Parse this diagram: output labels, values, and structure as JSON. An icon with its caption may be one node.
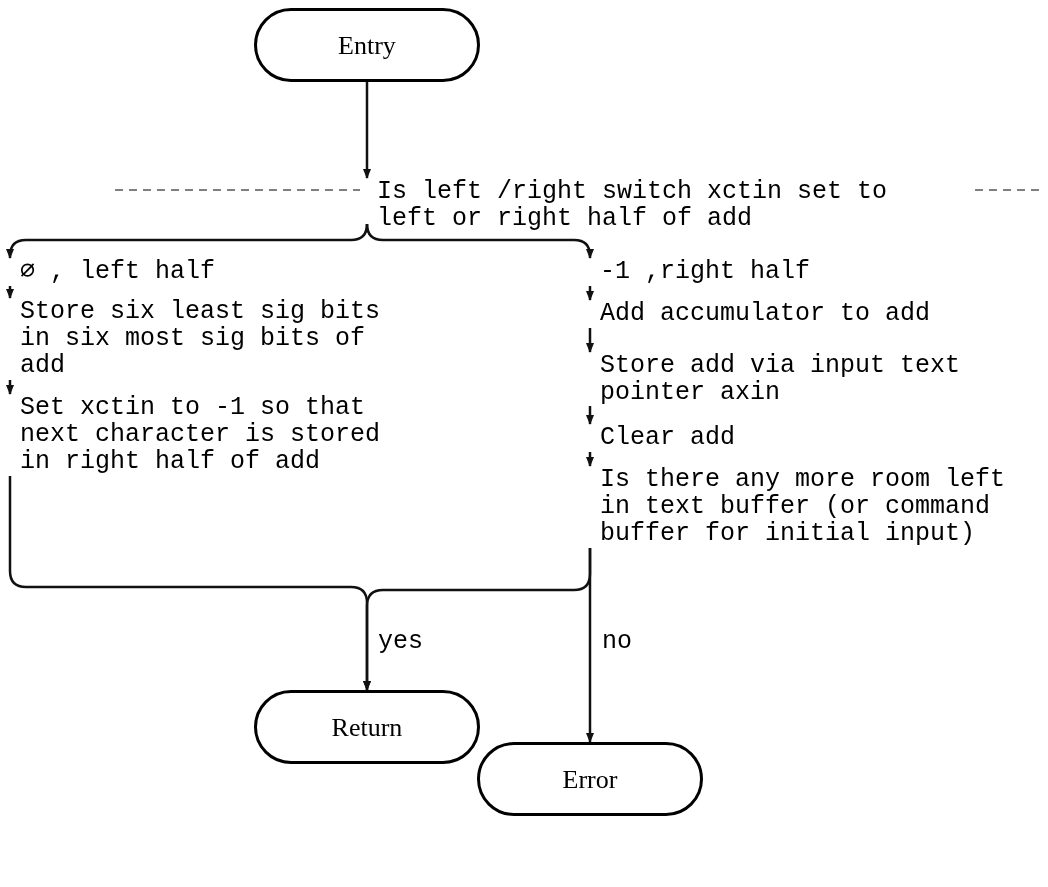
{
  "diagram": {
    "nodes": [
      {
        "text": [
          "Entry"
        ]
      },
      {
        "text": [
          "Is left /right switch xctin set to left or right half of add"
        ]
      },
      {
        "text": [
          "∅ , left half"
        ]
      },
      {
        "text": [
          "Store six least sig bits in six most sig bits of add"
        ]
      },
      {
        "text": [
          "Set xctin to -1 so that next character is stored in right half of add"
        ]
      },
      {
        "text": [
          "-1 ,right half"
        ]
      },
      {
        "text": [
          "Add accumulator to add"
        ]
      },
      {
        "text": [
          "Store add via input text pointer axin"
        ]
      },
      {
        "text": [
          "Clear add"
        ]
      },
      {
        "text": [
          "Is there any more room left in text buffer (or command buffer for initial input)"
        ]
      },
      {
        "text": [
          "Return"
        ]
      },
      {
        "text": [
          "Error"
        ]
      }
    ],
    "edges": [
      {
        "from": 0,
        "to": 1,
        "arrow": "to"
      },
      {
        "from": 1,
        "to": 2,
        "arrow": "to"
      },
      {
        "from": 1,
        "to": 5,
        "arrow": "to"
      },
      {
        "from": 2,
        "to": 3,
        "arrow": "to"
      },
      {
        "from": 3,
        "to": 4,
        "arrow": "to"
      },
      {
        "from": 4,
        "to": 10,
        "arrow": "to"
      },
      {
        "from": 5,
        "to": 6,
        "arrow": "to"
      },
      {
        "from": 6,
        "to": 7,
        "arrow": "to"
      },
      {
        "from": 7,
        "to": 8,
        "arrow": "to"
      },
      {
        "from": 8,
        "to": 9,
        "arrow": "to"
      },
      {
        "from": 9,
        "to": 10,
        "label": "yes",
        "arrow": "to"
      },
      {
        "from": 9,
        "to": 11,
        "label": "no",
        "arrow": "to"
      }
    ]
  }
}
